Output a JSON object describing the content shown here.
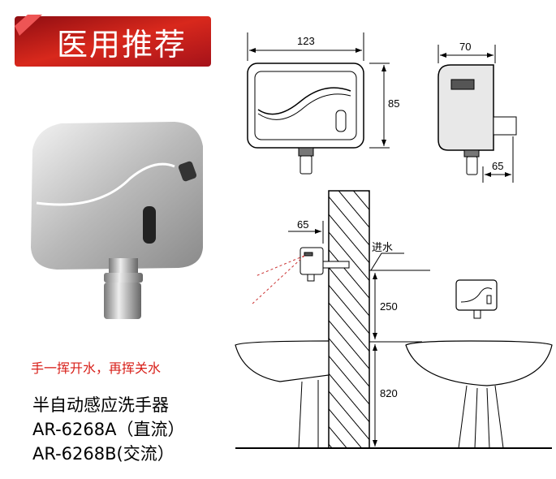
{
  "banner": {
    "title": "医用推荐"
  },
  "slogan": "手一挥开水，再挥关水",
  "product": {
    "name": "半自动感应洗手器",
    "model_dc": "AR-6268A（直流）",
    "model_ac": "AR-6268B(交流）"
  },
  "dimensions": {
    "front_width": "123",
    "front_height": "85",
    "side_depth": "70",
    "outlet_offset": "65",
    "wall_offset": "65",
    "inlet_label": "进水",
    "inlet_height": "250",
    "basin_height": "820"
  },
  "colors": {
    "banner": "#c4161c",
    "slogan": "#d8201a"
  }
}
